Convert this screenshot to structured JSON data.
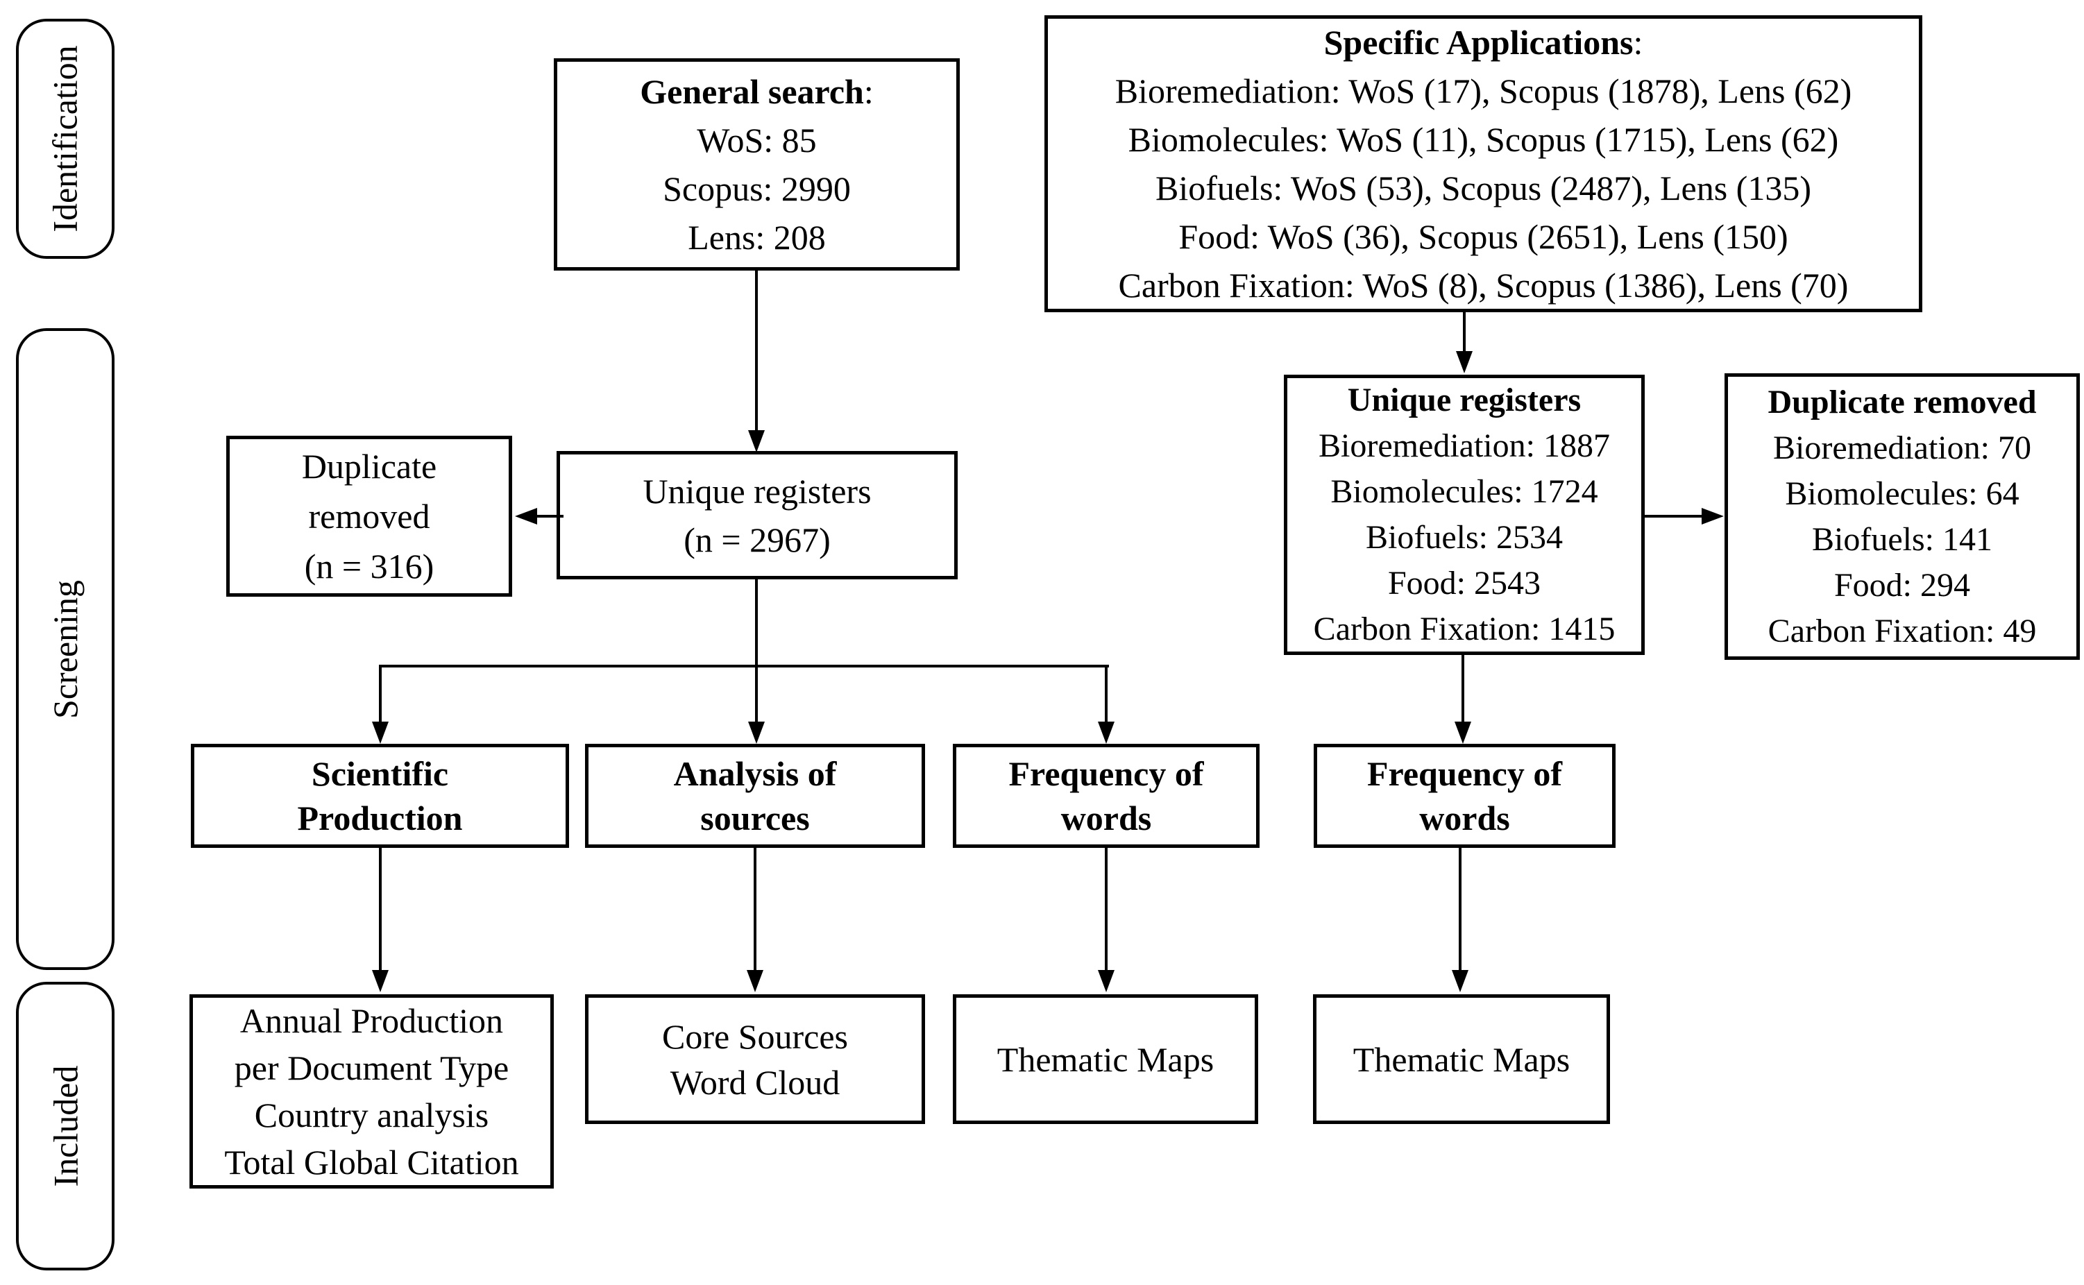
{
  "diagram": {
    "stages": {
      "identification": "Identification",
      "screening": "Screening",
      "included": "Included"
    },
    "boxes": {
      "general_search": {
        "title": "General search",
        "colon": ":",
        "lines": [
          "WoS: 85",
          "Scopus: 2990",
          "Lens: 208"
        ]
      },
      "specific_applications": {
        "title": "Specific Applications",
        "colon": ":",
        "lines": [
          "Bioremediation: WoS (17), Scopus (1878), Lens (62)",
          "Biomolecules: WoS (11), Scopus (1715), Lens (62)",
          "Biofuels: WoS (53), Scopus (2487), Lens (135)",
          "Food: WoS (36), Scopus (2651), Lens (150)",
          "Carbon Fixation: WoS (8), Scopus (1386), Lens (70)"
        ]
      },
      "duplicate_removed_general": {
        "lines": [
          "Duplicate",
          "removed",
          "(n = 316)"
        ]
      },
      "unique_registers_general": {
        "lines": [
          "Unique registers",
          "(n = 2967)"
        ]
      },
      "unique_registers_specific": {
        "title": "Unique registers",
        "lines": [
          "Bioremediation: 1887",
          "Biomolecules: 1724",
          "Biofuels: 2534",
          "Food: 2543",
          "Carbon Fixation: 1415"
        ]
      },
      "duplicate_removed_specific": {
        "title": "Duplicate removed",
        "lines": [
          "Bioremediation: 70",
          "Biomolecules: 64",
          "Biofuels: 141",
          "Food: 294",
          "Carbon Fixation: 49"
        ]
      },
      "scientific_production": {
        "lines": [
          "Scientific",
          "Production"
        ]
      },
      "analysis_of_sources": {
        "lines": [
          "Analysis of",
          "sources"
        ]
      },
      "frequency_of_words_left": {
        "lines": [
          "Frequency of",
          "words"
        ]
      },
      "frequency_of_words_right": {
        "lines": [
          "Frequency of",
          "words"
        ]
      },
      "annual_production": {
        "lines": [
          "Annual Production",
          "per Document Type",
          "Country analysis",
          "Total Global Citation"
        ]
      },
      "core_sources": {
        "lines": [
          "Core Sources",
          "Word Cloud"
        ]
      },
      "thematic_maps_left": {
        "lines": [
          "Thematic Maps"
        ]
      },
      "thematic_maps_right": {
        "lines": [
          "Thematic Maps"
        ]
      }
    },
    "colors": {
      "line": "#000000",
      "text": "#000000",
      "background": "#ffffff"
    }
  }
}
